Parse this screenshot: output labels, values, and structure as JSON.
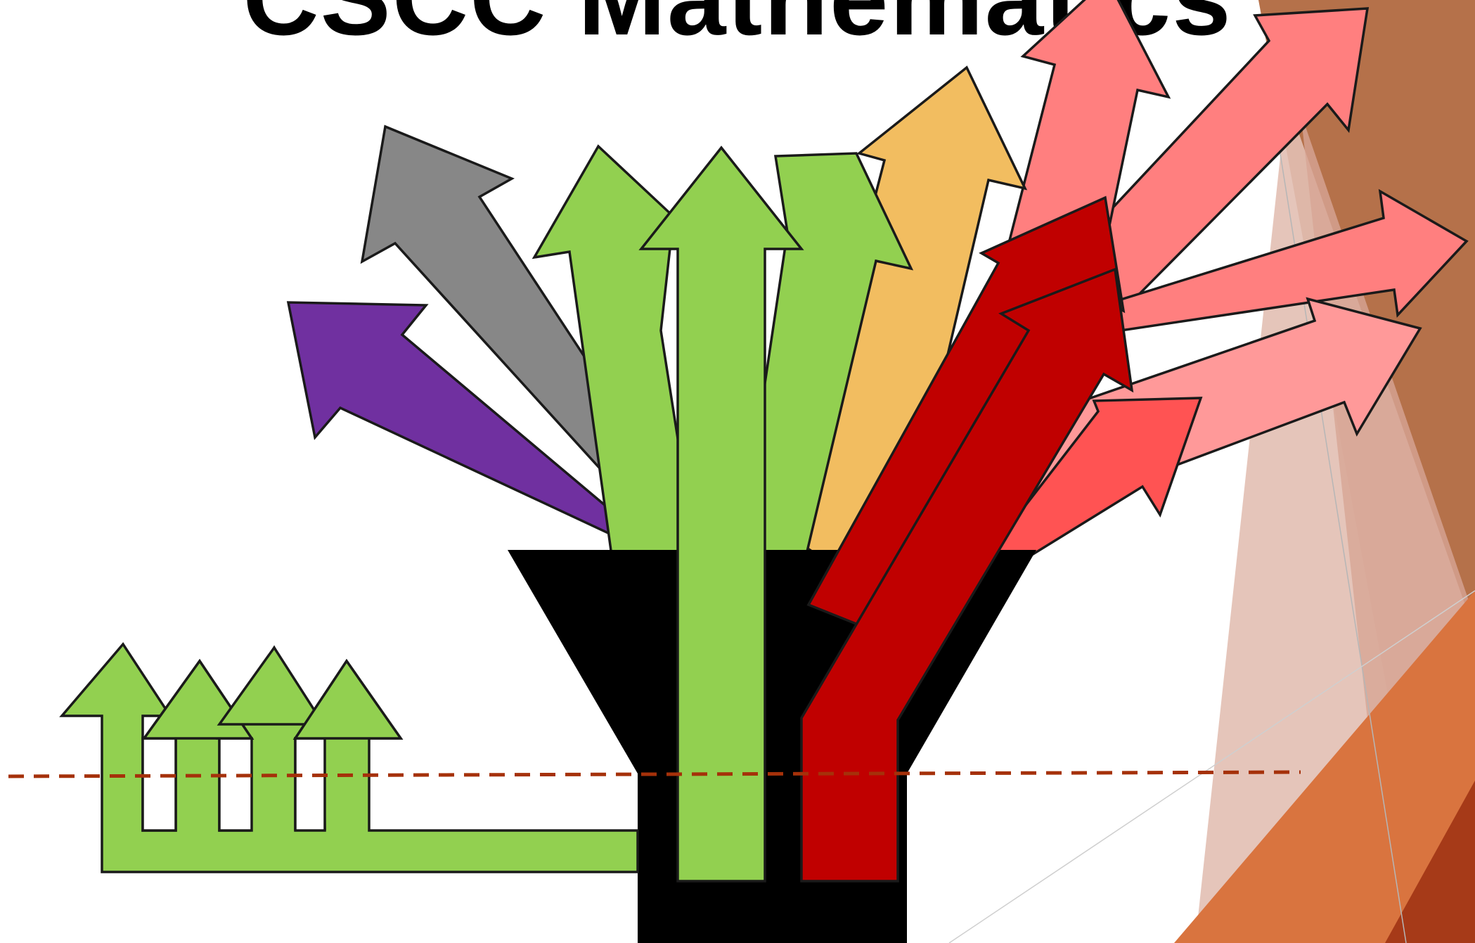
{
  "slide": {
    "title": "CSCC Mathematics"
  },
  "colors": {
    "background": "#ffffff",
    "outline": "#1a1a1a",
    "funnel": "#000000",
    "green_arrow": "#92d050",
    "gray_arrow": "#878787",
    "purple_arrow": "#7030a0",
    "gold_arrow": "#f2bd60",
    "dark_red_arrow": "#c00000",
    "coral_arrow": "#ff5353",
    "salmon_arrow": "#ff7f7f",
    "light_salmon_arrow": "#ff9999",
    "dashed_line": "#a5310a",
    "theme_brown": "#b5714a",
    "theme_orange": "#d9743f",
    "theme_rust": "#a63a18"
  },
  "diagram": {
    "description_icons": [
      "funnel-shape",
      "up-arrow-icon",
      "diagonal-arrow-icon",
      "dashed-threshold-line"
    ]
  }
}
